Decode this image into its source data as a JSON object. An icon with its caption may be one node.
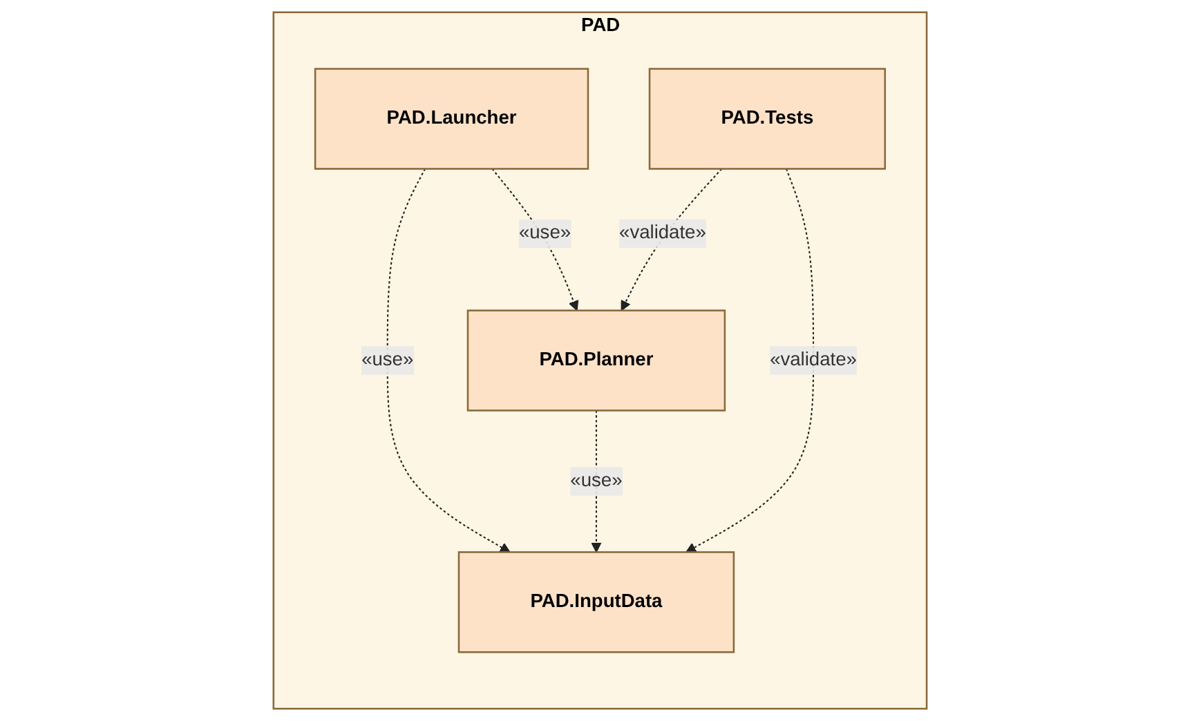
{
  "diagram": {
    "nodes": [
      {
        "text": [
          "PAD"
        ]
      },
      {
        "text": [
          "PAD.Launcher"
        ],
        "in": 0
      },
      {
        "text": [
          "PAD.InputData"
        ],
        "in": 0
      },
      {
        "text": [
          "PAD.Planner"
        ],
        "in": 0
      },
      {
        "text": [
          "PAD.Tests"
        ],
        "in": 0
      }
    ],
    "edges": [
      {
        "from": 1,
        "to": 2,
        "arrow": "to",
        "label": "«use»",
        "style": "dashed"
      },
      {
        "from": 3,
        "to": 2,
        "arrow": "to",
        "label": "«use»",
        "style": "dashed"
      },
      {
        "from": 1,
        "to": 3,
        "arrow": "to",
        "label": "«use»",
        "style": "dashed"
      },
      {
        "from": 4,
        "to": 3,
        "arrow": "to",
        "label": "«validate»",
        "style": "dashed"
      },
      {
        "from": 4,
        "to": 2,
        "arrow": "to",
        "label": "«validate»",
        "style": "dashed"
      }
    ]
  }
}
